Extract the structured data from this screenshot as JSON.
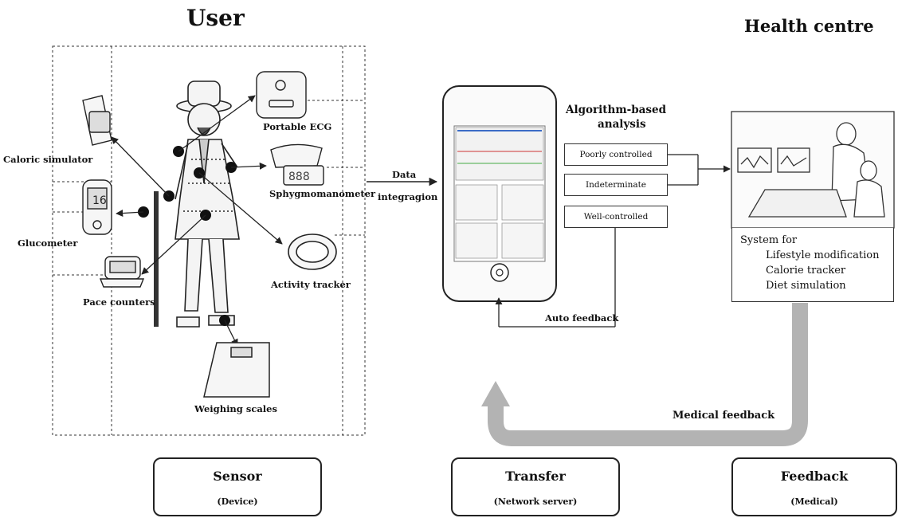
{
  "headings": {
    "user": "User",
    "health_centre": "Health centre"
  },
  "devices": {
    "caloric_simulator": "Caloric simulator",
    "portable_ecg": "Portable ECG",
    "sphygmomanometer": "Sphygmomanometer",
    "glucometer": "Glucometer",
    "activity_tracker": "Activity tracker",
    "pace_counters": "Pace counters",
    "weighing_scales": "Weighing scales"
  },
  "flow": {
    "data_integration_line1": "Data",
    "data_integration_line2": "integragion",
    "analysis_line1": "Algorithm-based",
    "analysis_line2": "analysis",
    "auto_feedback": "Auto feedback",
    "medical_feedback": "Medical feedback"
  },
  "states": {
    "poorly": "Poorly controlled",
    "indeterminate": "Indeterminate",
    "well": "Well-controlled"
  },
  "system": {
    "title": "System for",
    "items": [
      "Lifestyle modification",
      "Calorie tracker",
      "Diet simulation"
    ]
  },
  "phases": [
    {
      "title": "Sensor",
      "subtitle": "(Device)"
    },
    {
      "title": "Transfer",
      "subtitle": "(Network server)"
    },
    {
      "title": "Feedback",
      "subtitle": "(Medical)"
    }
  ],
  "colors": {
    "feedback_arrow": "#b3b3b3",
    "stroke": "#222222"
  }
}
